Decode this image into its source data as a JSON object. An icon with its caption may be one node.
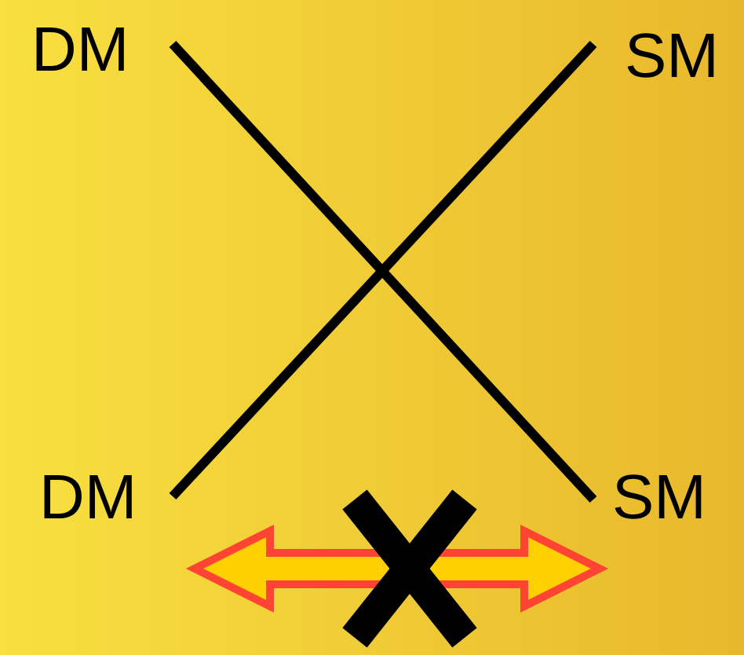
{
  "diagram": {
    "nodes": [
      {
        "text": [
          "DM"
        ]
      },
      {
        "text": [
          "SM"
        ]
      },
      {
        "text": [
          "DM"
        ]
      },
      {
        "text": [
          "SM"
        ]
      }
    ],
    "edges": [
      {
        "from": 0,
        "to": 3,
        "arrow": "none"
      },
      {
        "from": 1,
        "to": 2,
        "arrow": "none"
      },
      {
        "from": 2,
        "to": 3,
        "arrow": "both",
        "style": "thick",
        "color": "#ff4433"
      }
    ]
  }
}
